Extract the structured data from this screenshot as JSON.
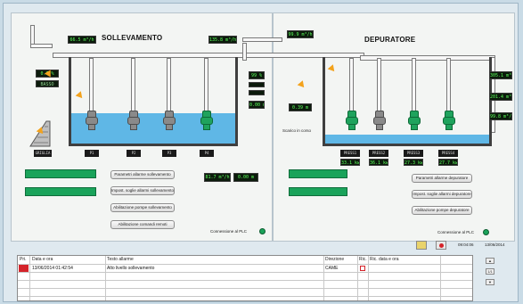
{
  "sections": {
    "left_title": "SOLLEVAMENTO",
    "right_title": "DEPURATORE"
  },
  "readouts": {
    "left_top_1": "66.5 m³/h",
    "left_top_2": "135.8 m³/h",
    "right_top": "99.9 m³/h",
    "left_level": "0.7 %",
    "left_level_label": "BASSO",
    "mid_readout_1": "99 %",
    "mid_readout_2": "0.00 m",
    "right_side_1": "305.1 m³/h",
    "right_side_2": "201.4 m³/h",
    "right_side_3": "99.8 m³/h",
    "right_level": "0.39 m",
    "flow_left_1": "81.7 m³/h",
    "flow_left_2": "0.00 m",
    "grating_label": "GRIGLIA"
  },
  "pump_labels_left": [
    "P1",
    "P2",
    "P3",
    "P4"
  ],
  "pump_labels_right": [
    "PRESS1",
    "PRESS2",
    "PRESS3",
    "PRESS4"
  ],
  "pump_values_right": [
    "33.1 kw",
    "36.1 kw",
    "27.3 kw",
    "27.7 kw"
  ],
  "right_label_sewage": "Scarico in corso",
  "buttons_left": [
    "Parametri allarme sollevamento",
    "Impost. soglie allarmi sollevamento",
    "Abilitazione pompe sollevamento",
    "Abilitazione comandi remoti"
  ],
  "buttons_right": [
    "Parametri allarme depuratore",
    "Impost. soglie allarmi depuratore",
    "Abilitazione pompe depuratore"
  ],
  "plc_left": "Connessione al PLC",
  "plc_right": "Connessione al PLC",
  "status_time": "09:04:06",
  "status_date": "13/06/2014",
  "alarm_table": {
    "headers": [
      "Pri.",
      "Data e ora",
      "Testo allarme",
      "Direzione",
      "Ric.",
      "Ric. data e ora"
    ],
    "rows": [
      {
        "date": "13/06/2014 01:42:54",
        "text": "Alto livello sollevamento",
        "direction": "CAME"
      }
    ]
  },
  "nav_buttons": [
    "▲",
    "1/1",
    "▼"
  ],
  "colors": {
    "accent_green": "#1aa35a",
    "water_blue": "#5fb7e6",
    "alarm_red": "#d4232a"
  }
}
